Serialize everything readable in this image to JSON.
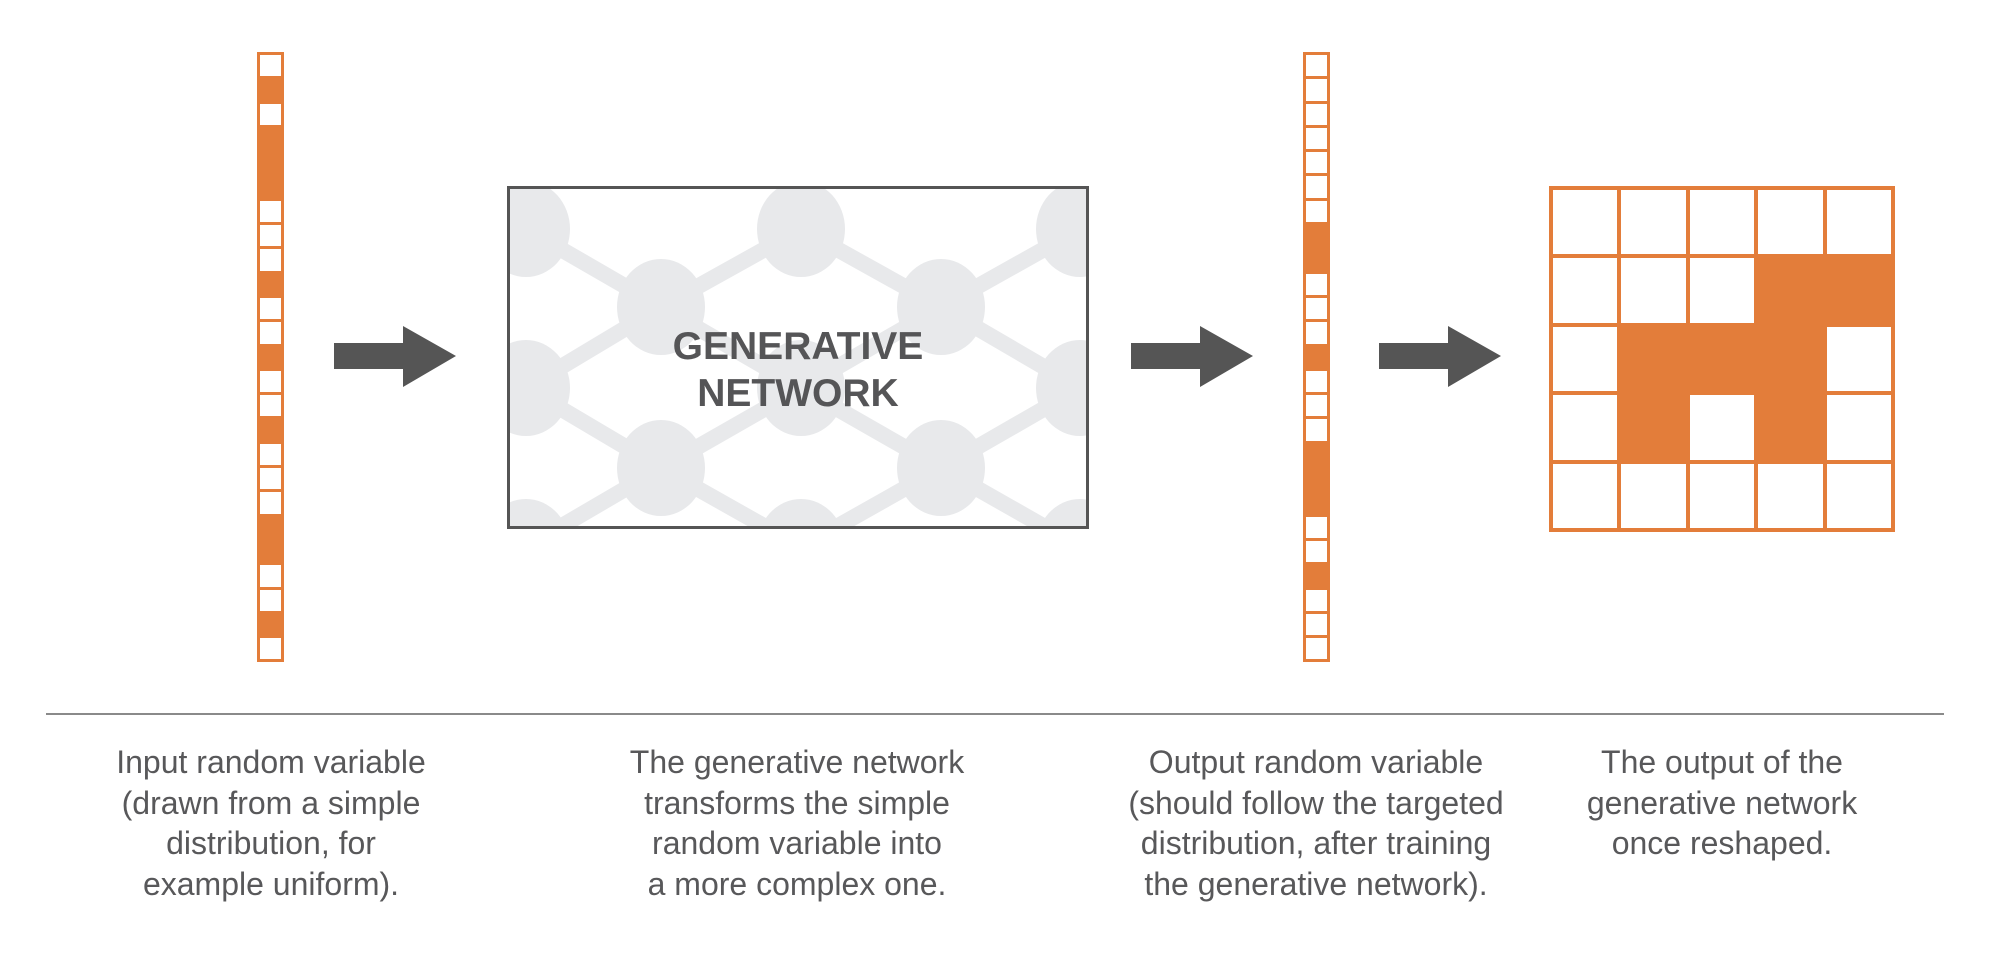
{
  "colors": {
    "accent": "#e37d3a",
    "arrow": "#555555",
    "text": "#58585a",
    "node": "#e8e9eb",
    "rule": "#8a8a8a"
  },
  "input_vector": {
    "cells": [
      0,
      1,
      0,
      1,
      1,
      1,
      0,
      0,
      0,
      1,
      0,
      0,
      1,
      0,
      0,
      1,
      0,
      0,
      0,
      1,
      1,
      0,
      0,
      1,
      0
    ]
  },
  "network": {
    "title_line1": "GENERATIVE",
    "title_line2": "NETWORK"
  },
  "output_vector": {
    "cells": [
      0,
      0,
      0,
      0,
      0,
      0,
      0,
      1,
      1,
      0,
      0,
      0,
      1,
      0,
      0,
      0,
      1,
      1,
      1,
      0,
      0,
      1,
      0,
      0,
      0
    ]
  },
  "reshaped_grid": {
    "rows": [
      [
        0,
        0,
        0,
        0,
        0
      ],
      [
        0,
        0,
        0,
        1,
        1
      ],
      [
        0,
        1,
        1,
        1,
        0
      ],
      [
        0,
        1,
        0,
        1,
        0
      ],
      [
        0,
        0,
        0,
        0,
        0
      ]
    ]
  },
  "arrows": [
    "arrow-right-icon",
    "arrow-right-icon",
    "arrow-right-icon"
  ],
  "captions": [
    {
      "lines": [
        "Input random variable",
        "(drawn from a simple",
        "distribution, for",
        "example uniform)."
      ]
    },
    {
      "lines": [
        "The generative network",
        "transforms the simple",
        "random variable into",
        "a more complex one."
      ]
    },
    {
      "lines": [
        "Output random variable",
        "(should follow the targeted",
        "distribution, after training",
        "the generative network)."
      ]
    },
    {
      "lines": [
        "The output of the",
        "generative network",
        "once reshaped."
      ]
    }
  ]
}
